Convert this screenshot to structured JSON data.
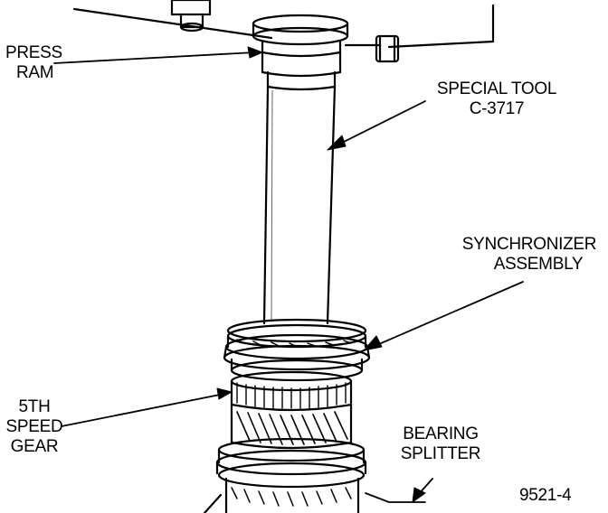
{
  "labels": {
    "press_ram": [
      "PRESS",
      "RAM"
    ],
    "special_tool": [
      "SPECIAL TOOL",
      "C-3717"
    ],
    "synchronizer_assembly": [
      "SYNCHRONIZER",
      "ASSEMBLY"
    ],
    "fifth_speed_gear": [
      "5TH",
      "SPEED",
      "GEAR"
    ],
    "bearing_splitter": [
      "BEARING",
      "SPLITTER"
    ]
  },
  "figure_number": "9521-4",
  "colors": {
    "ink": "#000000",
    "paper": "#ffffff"
  }
}
